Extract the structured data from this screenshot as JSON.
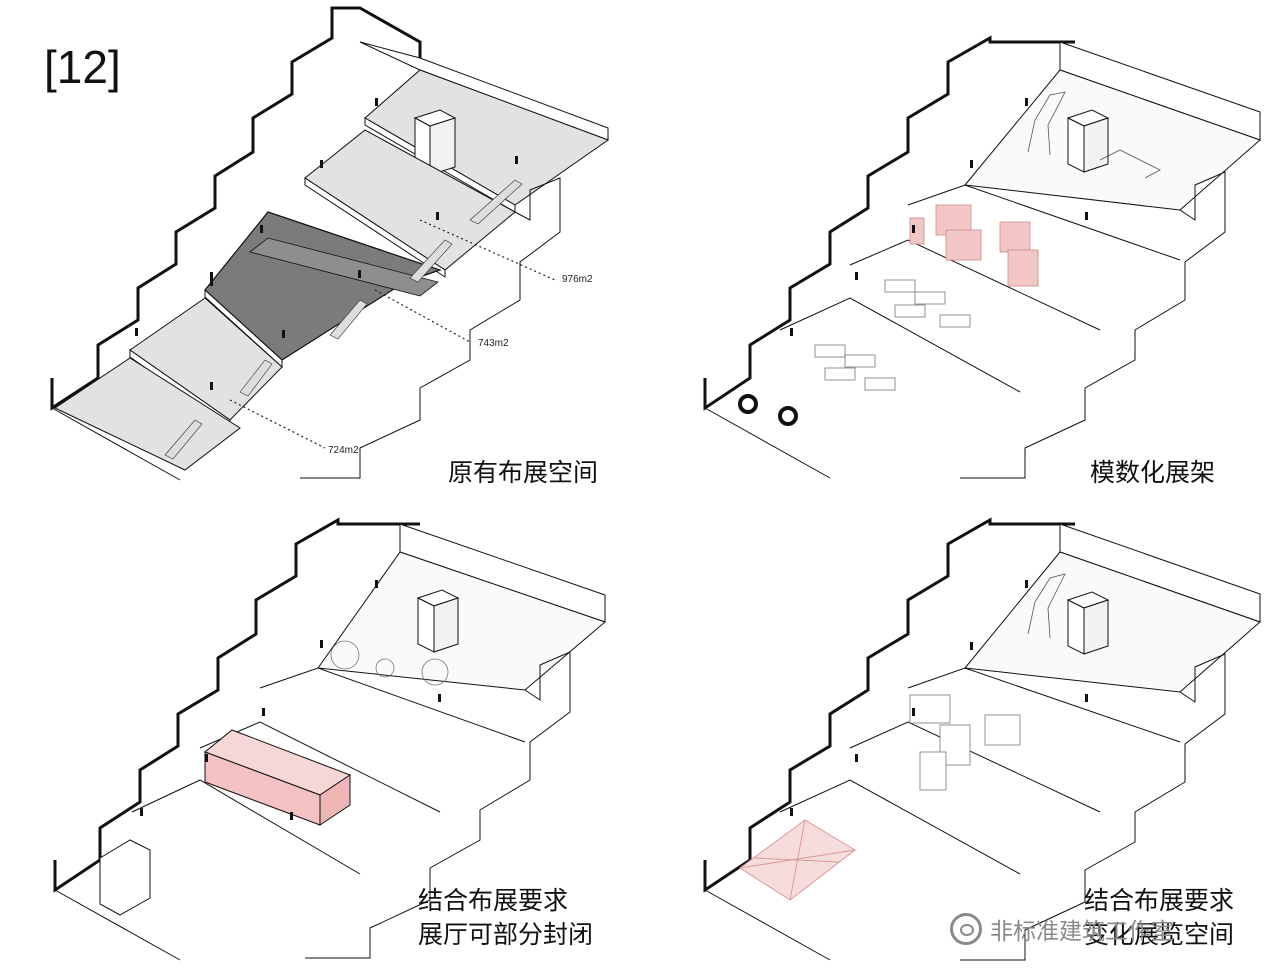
{
  "figure": {
    "number": "[12]"
  },
  "panels": [
    {
      "caption": "原有布展空间",
      "areas": [
        "976m2",
        "743m2",
        "724m2"
      ]
    },
    {
      "caption": "模数化展架"
    },
    {
      "caption_line1": "结合布展要求",
      "caption_line2": "展厅可部分封闭"
    },
    {
      "caption_line1": "结合布展要求",
      "caption_line2": "变化展览空间"
    }
  ],
  "watermark": {
    "text": "非标准建筑工作室",
    "icon": "wechat-icon"
  },
  "colors": {
    "highlight_floor": "#7b7b7b",
    "floor": "#e2e2e2",
    "pink": "#f4c7c7",
    "line": "#111111"
  }
}
